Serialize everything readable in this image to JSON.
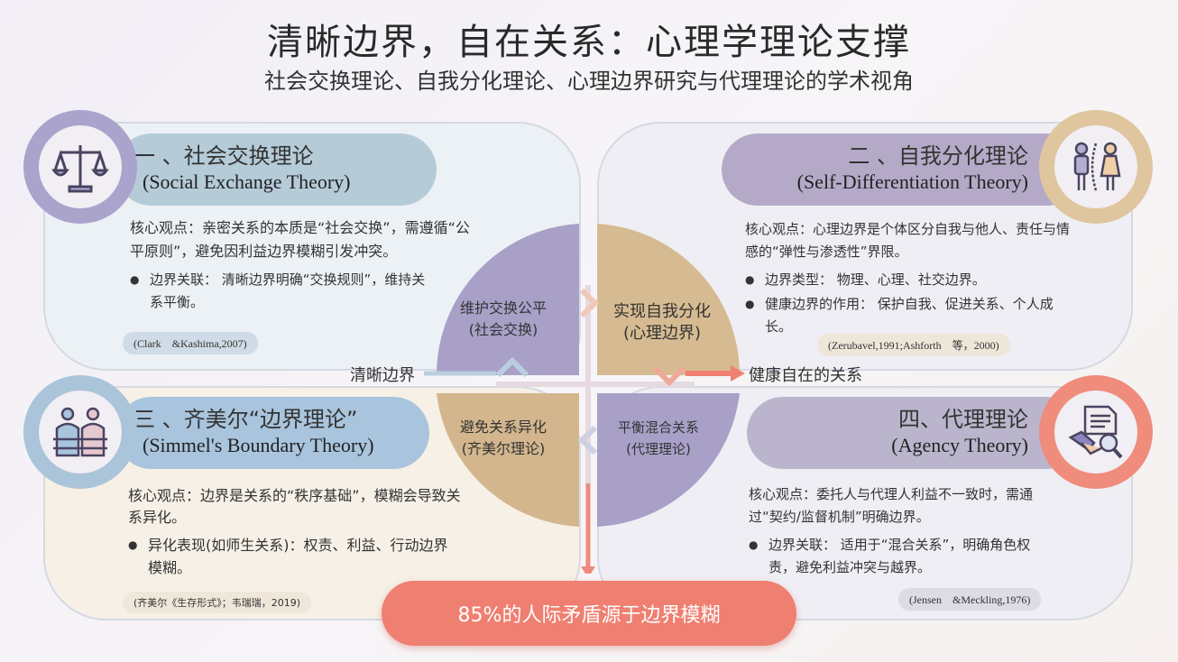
{
  "header": {
    "title": "清晰边界，自在关系：心理学理论支撑",
    "subtitle": "社会交换理论、自我分化理论、心理边界研究与代理理论的学术视角"
  },
  "colors": {
    "purple": "#a9a0c8",
    "tan": "#d5b98f",
    "coral": "#ef7f70",
    "blue": "#aac4d9"
  },
  "sections": [
    {
      "title_cn": "一 、社会交换理论",
      "title_en": "(Social Exchange Theory)",
      "icon": "scale-icon",
      "core": "核心观点：亲密关系的本质是“社会交换”，需遵循“公平原则”，避免因利益边界模糊引发冲突。",
      "bullets": [
        "边界关联： 清晰边界明确“交换规则”，维持关系平衡。"
      ],
      "citation": "(Clark　&Kashima,2007)"
    },
    {
      "title_cn": "二 、自我分化理论",
      "title_en": "(Self-Differentiation Theory)",
      "icon": "people-boundary-icon",
      "core": "核心观点：心理边界是个体区分自我与他人、责任与情感的“弹性与渗透性”界限。",
      "bullets": [
        "边界类型： 物理、心理、社交边界。",
        "健康边界的作用： 保护自我、促进关系、个人成长。"
      ],
      "citation": "(Zerubavel,1991;Ashforth　等，2000)"
    },
    {
      "title_cn": "三 、齐美尔“边界理论”",
      "title_en": "(Simmel's Boundary Theory)",
      "icon": "fence-people-icon",
      "core": "核心观点：边界是关系的“秩序基础”，模糊会导致关系异化。",
      "bullets": [
        "异化表现(如师生关系)：权责、利益、行动边界模糊。"
      ],
      "citation": "(齐美尔《生存形式》；韦瑞瑞，2019)"
    },
    {
      "title_cn": "四、代理理论",
      "title_en": "(Agency Theory)",
      "icon": "handshake-contract-icon",
      "core": "核心观点：委托人与代理人利益不一致时，需通过“契约/监督机制”明确边界。",
      "bullets": [
        "边界关联： 适用于“混合关系”，明确角色权责，避免利益冲突与越界。"
      ],
      "citation": "(Jensen　&Meckling,1976)"
    }
  ],
  "center": {
    "quadrants": [
      {
        "line1": "维护交换公平",
        "line2": "(社会交换)"
      },
      {
        "line1": "实现自我分化",
        "line2": "(心理边界)"
      },
      {
        "line1": "避免关系异化",
        "line2": "(齐美尔理论)"
      },
      {
        "line1": "平衡混合关系",
        "line2": "(代理理论)"
      }
    ],
    "left_label": "清晰边界",
    "right_label": "健康自在的关系"
  },
  "banner": "85%的人际矛盾源于边界模糊"
}
